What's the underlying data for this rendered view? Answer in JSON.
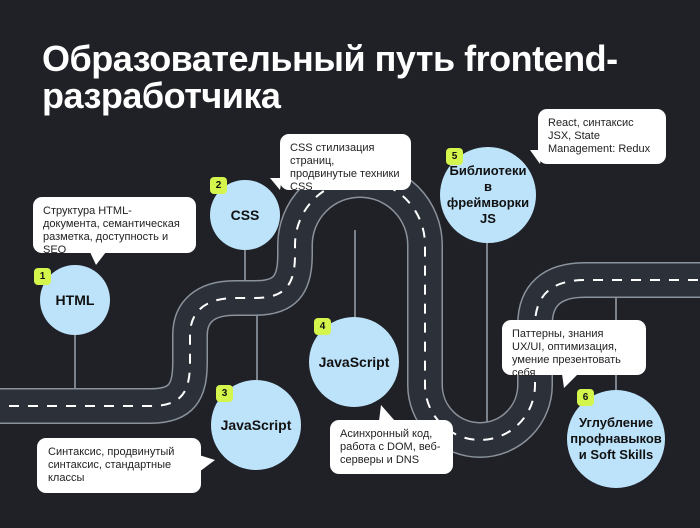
{
  "title": "Образовательный путь frontend-разработчика",
  "colors": {
    "background": "#1f2126",
    "node": "#bde3fb",
    "badge": "#d4f54c",
    "road": "#2b3039"
  },
  "steps": [
    {
      "number": "1",
      "label": "HTML",
      "description": "Структура HTML-документа, семантическая разметка, доступность и SEO"
    },
    {
      "number": "2",
      "label": "CSS",
      "description": "CSS стилизация страниц, продвинутые техники CSS"
    },
    {
      "number": "3",
      "label": "JavaScript",
      "description": "Синтаксис, продвинутый синтаксис, стандартные классы"
    },
    {
      "number": "4",
      "label": "JavaScript",
      "description": "Асинхронный код, работа с DOM, веб-серверы и DNS"
    },
    {
      "number": "5",
      "label": "Библиотеки в фреймворки JS",
      "description": "React, синтаксис JSX, State Management: Redux"
    },
    {
      "number": "6",
      "label": "Углубление профнавыков и Soft Skills",
      "description": "Паттерны, знания UX/UI, оптимизация, умение презентовать себя"
    }
  ]
}
